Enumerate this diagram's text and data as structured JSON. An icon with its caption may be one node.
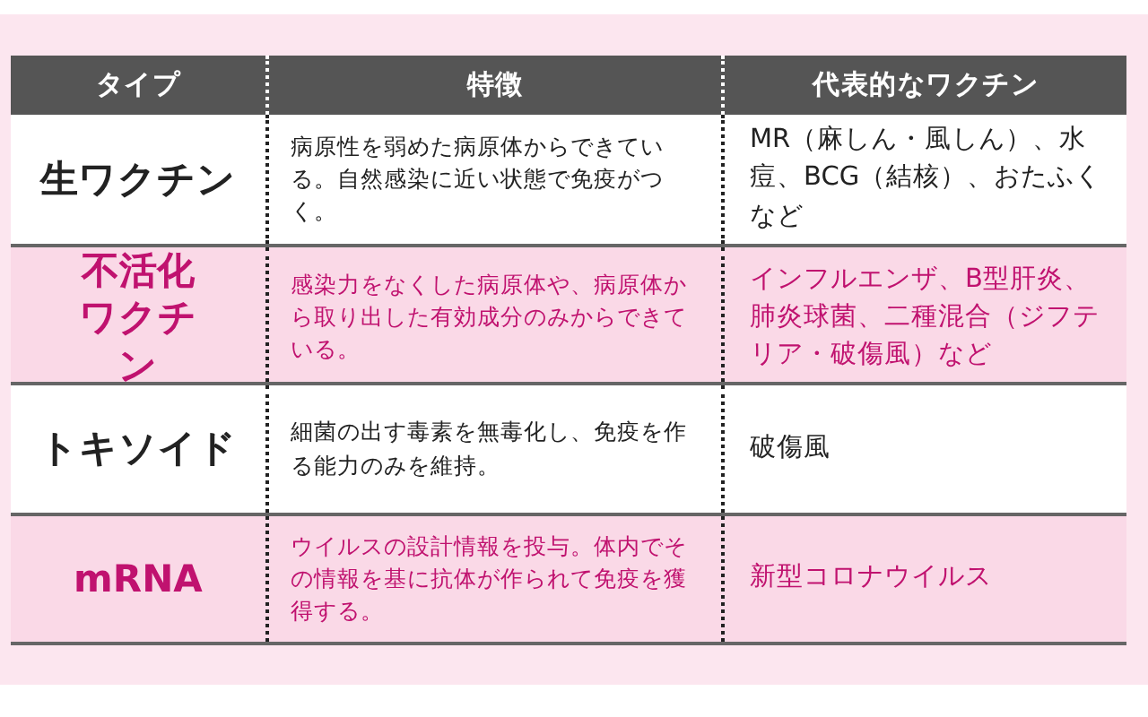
{
  "diagram": {
    "labels": [
      "タイプ",
      "特徴",
      "代表的なワクチン",
      "生ワクチン",
      "病原性を弱めた病原体からできている。自然感染に近い状態で免疫がつく。",
      "MR（麻しん・風しん）、水痘、BCG（結核）、おたふくなど",
      "不活化ワクチン",
      "感染力をなくした病原体や、病原体から取り出した有効成分のみからできている。",
      "インフルエンザ、B型肝炎、肺炎球菌、二種混合（ジフテリア・破傷風）など",
      "トキソイド",
      "細菌の出す毒素を無毒化し、免疫を作る能力のみを維持。",
      "破傷風",
      "mRNA",
      "ウイルスの設計情報を投与。体内でその情報を基に抗体が作られて免疫を獲得する。",
      "新型コロナウイルス"
    ]
  }
}
